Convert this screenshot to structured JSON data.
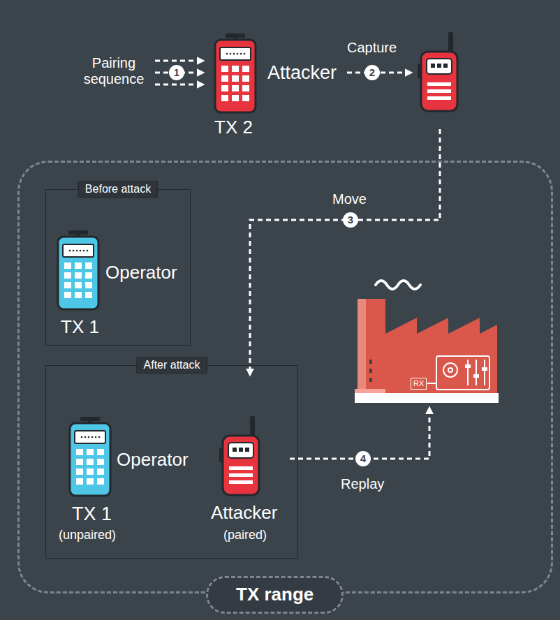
{
  "diagram": {
    "nodes": [
      {
        "text": [
          "Attacker",
          "TX 2"
        ]
      },
      {
        "text": [
          "TX range"
        ]
      },
      {
        "text": [
          "Before attack"
        ],
        "in": 1
      },
      {
        "text": [
          "Operator",
          "TX 1"
        ],
        "in": 2
      },
      {
        "text": [
          "After attack"
        ],
        "in": 1
      },
      {
        "text": [
          "Operator",
          "TX 1",
          "(unpaired)"
        ],
        "in": 4
      },
      {
        "text": [
          "Attacker",
          "(paired)"
        ],
        "in": 4
      },
      {
        "text": [
          "RX"
        ],
        "in": 1
      }
    ],
    "edges": [
      {
        "from": 6,
        "to": 7,
        "arrow": "to",
        "label": "Replay"
      }
    ],
    "labels": [
      "Pairing sequence",
      "1",
      "Capture",
      "2",
      "Move",
      "3",
      "4"
    ]
  }
}
